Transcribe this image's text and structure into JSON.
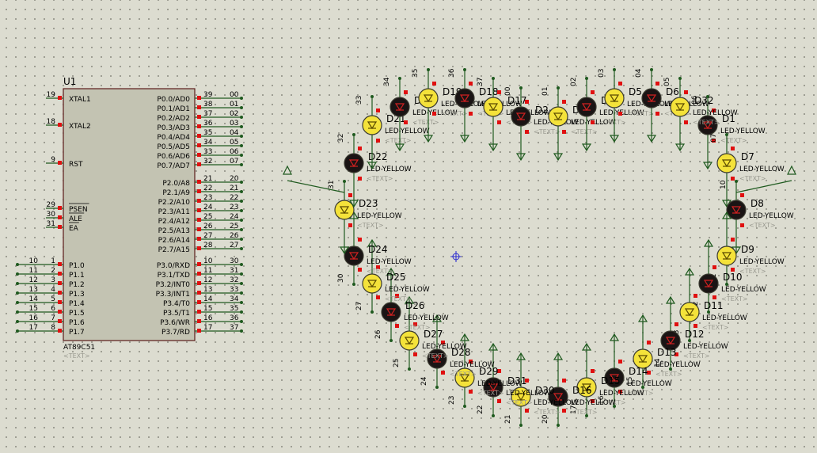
{
  "colors": {
    "background": "#dcdcd0",
    "chip_body": "#c3c3b2",
    "wire": "#1f5a1f",
    "pin_red": "#e01010",
    "led_on": "#f4e23a",
    "led_off": "#1a1414"
  },
  "mcu": {
    "ref": "U1",
    "part": "AT89C51",
    "text_tmpl": "<TEXT>",
    "left_pins": [
      {
        "num": "19",
        "label": "XTAL1",
        "net": ""
      },
      {
        "num": "18",
        "label": "XTAL2",
        "net": ""
      },
      {
        "num": "9",
        "label": "RST",
        "net": ""
      },
      {
        "num": "29",
        "label": "PSEN",
        "net": ""
      },
      {
        "num": "30",
        "label": "ALE",
        "net": ""
      },
      {
        "num": "31",
        "label": "EA",
        "net": ""
      },
      {
        "num": "1",
        "label": "P1.0",
        "net": "10"
      },
      {
        "num": "2",
        "label": "P1.1",
        "net": "11"
      },
      {
        "num": "3",
        "label": "P1.2",
        "net": "12"
      },
      {
        "num": "4",
        "label": "P1.3",
        "net": "13"
      },
      {
        "num": "5",
        "label": "P1.4",
        "net": "14"
      },
      {
        "num": "6",
        "label": "P1.5",
        "net": "15"
      },
      {
        "num": "7",
        "label": "P1.6",
        "net": "16"
      },
      {
        "num": "8",
        "label": "P1.7",
        "net": "17"
      }
    ],
    "right_pins": [
      {
        "num": "39",
        "label": "P0.0/AD0",
        "net": "00"
      },
      {
        "num": "38",
        "label": "P0.1/AD1",
        "net": "01"
      },
      {
        "num": "37",
        "label": "P0.2/AD2",
        "net": "02"
      },
      {
        "num": "36",
        "label": "P0.3/AD3",
        "net": "03"
      },
      {
        "num": "35",
        "label": "P0.4/AD4",
        "net": "04"
      },
      {
        "num": "34",
        "label": "P0.5/AD5",
        "net": "05"
      },
      {
        "num": "33",
        "label": "P0.6/AD6",
        "net": "06"
      },
      {
        "num": "32",
        "label": "P0.7/AD7",
        "net": "07"
      },
      {
        "num": "21",
        "label": "P2.0/A8",
        "net": "20"
      },
      {
        "num": "22",
        "label": "P2.1/A9",
        "net": "21"
      },
      {
        "num": "23",
        "label": "P2.2/A10",
        "net": "22"
      },
      {
        "num": "24",
        "label": "P2.3/A11",
        "net": "23"
      },
      {
        "num": "25",
        "label": "P2.4/A12",
        "net": "24"
      },
      {
        "num": "26",
        "label": "P2.5/A13",
        "net": "25"
      },
      {
        "num": "27",
        "label": "P2.6/A14",
        "net": "26"
      },
      {
        "num": "28",
        "label": "P2.7/A15",
        "net": "27"
      },
      {
        "num": "10",
        "label": "P3.0/RXD",
        "net": "30"
      },
      {
        "num": "11",
        "label": "P3.1/TXD",
        "net": "31"
      },
      {
        "num": "12",
        "label": "P3.2/INT0",
        "net": "32"
      },
      {
        "num": "13",
        "label": "P3.3/INT1",
        "net": "33"
      },
      {
        "num": "14",
        "label": "P3.4/T0",
        "net": "34"
      },
      {
        "num": "15",
        "label": "P3.5/T1",
        "net": "35"
      },
      {
        "num": "16",
        "label": "P3.6/WR",
        "net": "36"
      },
      {
        "num": "17",
        "label": "P3.7/RD",
        "net": "37"
      }
    ]
  },
  "leds": [
    {
      "ref": "D1",
      "net": "06",
      "lit": false
    },
    {
      "ref": "D7",
      "net": "07",
      "lit": true
    },
    {
      "ref": "D8",
      "net": "10",
      "lit": false
    },
    {
      "ref": "D9",
      "net": "11",
      "lit": true
    },
    {
      "ref": "D10",
      "net": "12",
      "lit": false
    },
    {
      "ref": "D11",
      "net": "13",
      "lit": true
    },
    {
      "ref": "D12",
      "net": "14",
      "lit": false
    },
    {
      "ref": "D13",
      "net": "15",
      "lit": true
    },
    {
      "ref": "D14",
      "net": "16",
      "lit": false
    },
    {
      "ref": "D15",
      "net": "17",
      "lit": true
    },
    {
      "ref": "D16",
      "net": "20",
      "lit": false
    },
    {
      "ref": "D30",
      "net": "21",
      "lit": true
    },
    {
      "ref": "D31",
      "net": "22",
      "lit": false
    },
    {
      "ref": "D29",
      "net": "23",
      "lit": true
    },
    {
      "ref": "D28",
      "net": "24",
      "lit": false
    },
    {
      "ref": "D27",
      "net": "25",
      "lit": true
    },
    {
      "ref": "D26",
      "net": "26",
      "lit": false
    },
    {
      "ref": "D25",
      "net": "27",
      "lit": true
    },
    {
      "ref": "D24",
      "net": "30",
      "lit": false
    },
    {
      "ref": "D23",
      "net": "31",
      "lit": true
    },
    {
      "ref": "D22",
      "net": "32",
      "lit": false
    },
    {
      "ref": "D21",
      "net": "33",
      "lit": true
    },
    {
      "ref": "D20",
      "net": "34",
      "lit": false
    },
    {
      "ref": "D19",
      "net": "35",
      "lit": true
    },
    {
      "ref": "D18",
      "net": "36",
      "lit": false
    },
    {
      "ref": "D17",
      "net": "37",
      "lit": true
    },
    {
      "ref": "D2",
      "net": "00",
      "lit": false
    },
    {
      "ref": "D3",
      "net": "01",
      "lit": true
    },
    {
      "ref": "D4",
      "net": "02",
      "lit": false
    },
    {
      "ref": "D5",
      "net": "03",
      "lit": true
    },
    {
      "ref": "D6",
      "net": "04",
      "lit": false
    },
    {
      "ref": "D32",
      "net": "05",
      "lit": true
    }
  ],
  "led_value": "LED-YELLOW",
  "led_text": "<TEXT>"
}
